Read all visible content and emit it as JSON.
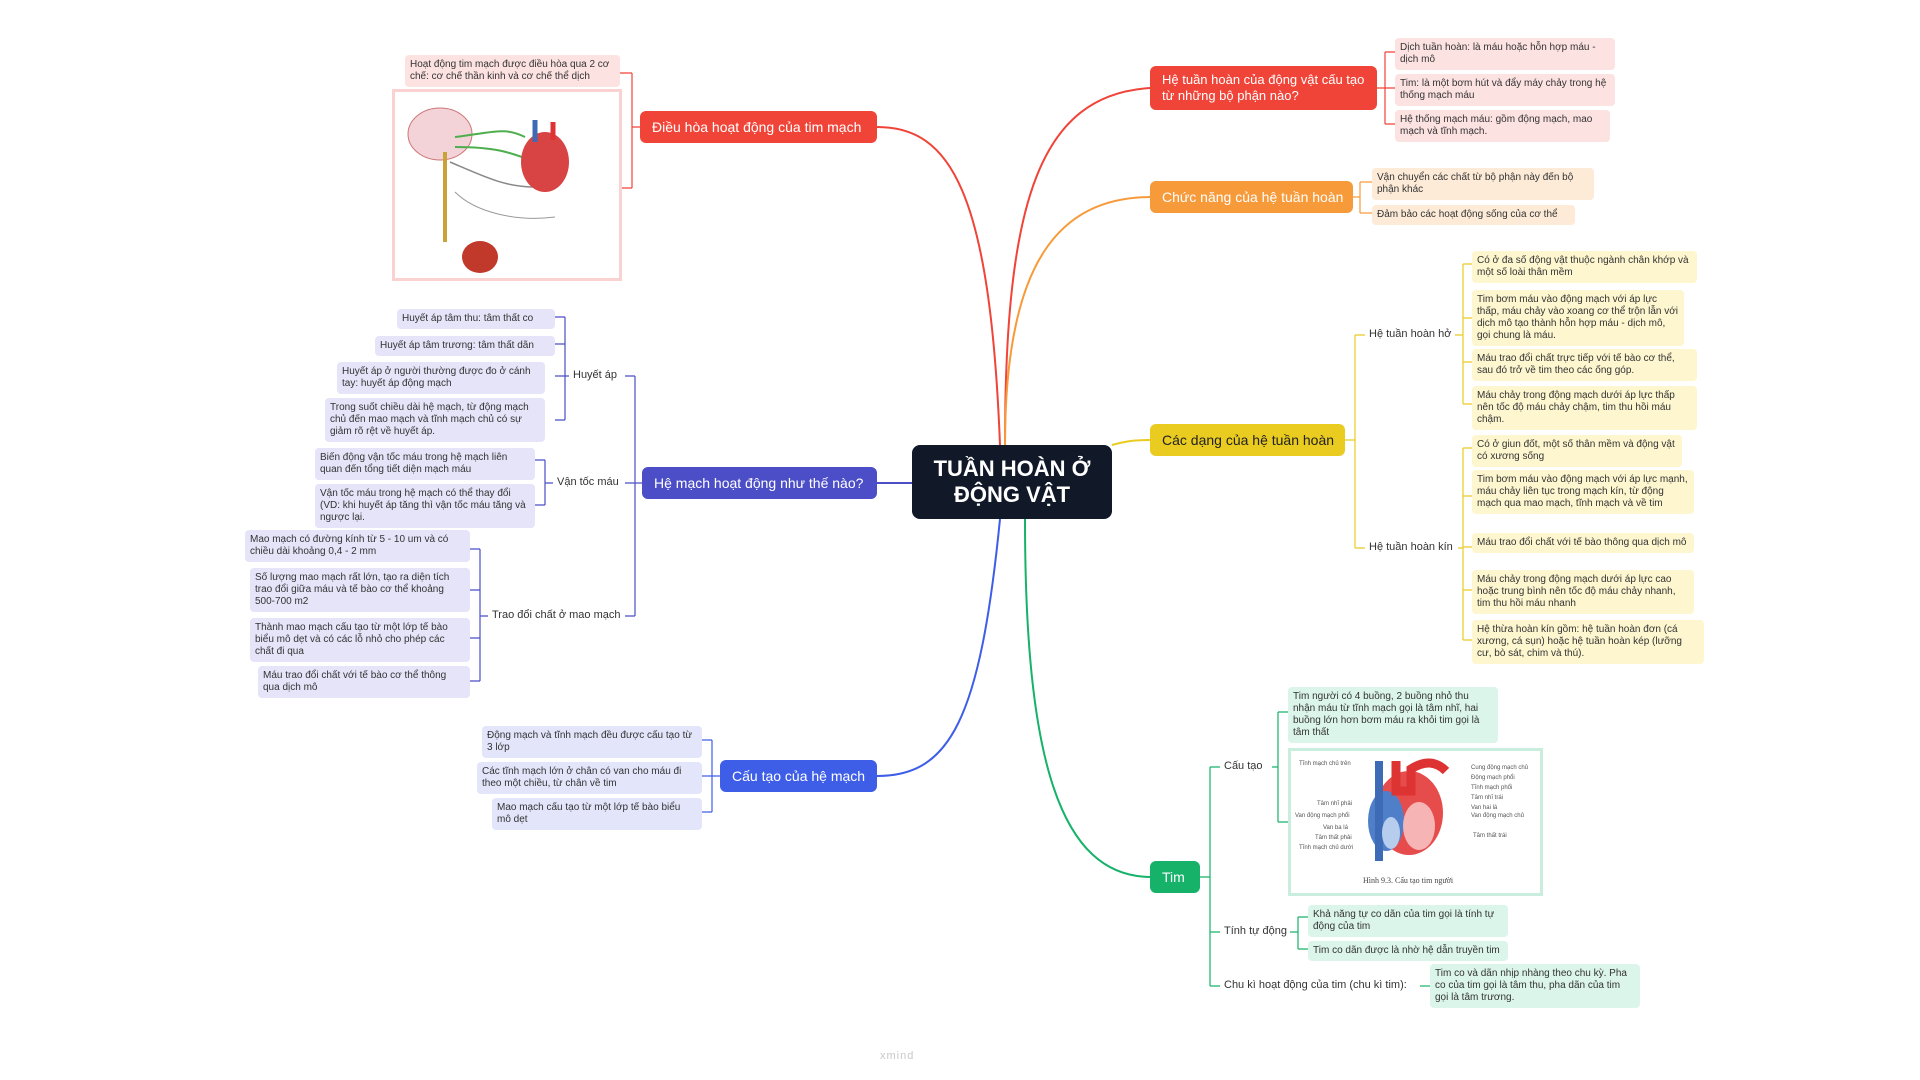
{
  "root": {
    "title": "TUẦN HOÀN Ở ĐỘNG VẬT"
  },
  "colors": {
    "red": "#f04438",
    "orange": "#f79a3a",
    "yellow": "#eacb20",
    "green": "#17b26a",
    "indigo": "#4b4ec6",
    "blue": "#3f5ee8"
  },
  "branches": {
    "cau_tao_bo_phan": {
      "title": "Hệ tuần hoàn của động vật cấu tạo từ những bộ phận nào?",
      "items": [
        "Dịch tuần hoàn: là máu hoặc hỗn hợp máu - dịch mô",
        "Tim: là một bơm hút và đẩy máy chảy trong hệ thống mạch máu",
        "Hệ thống mạch máu: gồm động mạch, mao mạch và tĩnh mạch."
      ]
    },
    "chuc_nang": {
      "title": "Chức năng của hệ tuần hoàn",
      "items": [
        "Vận chuyển các chất từ bộ phận này đến bộ phận khác",
        "Đảm bảo các hoạt động sống của cơ thể"
      ]
    },
    "cac_dang": {
      "title": "Các dạng của hệ tuần hoàn",
      "ho": {
        "label": "Hệ tuần hoàn hở",
        "items": [
          "Có ở đa số động vật thuộc ngành chân khớp và một số loài thân mềm",
          "Tim bơm máu vào động mạch với áp lực thấp, máu chảy vào xoang cơ thể trộn lẫn với dịch mô tạo thành hỗn hợp máu - dịch mô, gọi chung là máu.",
          "Máu trao đổi chất trực tiếp với tế bào cơ thể, sau đó trở về tim theo các ống góp.",
          "Máu chảy trong động mạch dưới áp lực thấp nên tốc độ máu chảy chậm, tim thu hồi máu chậm."
        ]
      },
      "kin": {
        "label": "Hệ tuần hoàn kín",
        "items": [
          "Có ở giun đốt, một số thân mềm và động vật có xương sống",
          "Tim bơm máu vào động mạch với áp lực mạnh, máu chảy liên tục trong mạch kín, từ động mạch qua mao mạch, tĩnh mạch và về tim",
          "Máu trao đổi chất với tế bào thông qua dịch mô",
          "Máu chảy trong động mạch dưới áp lực cao hoặc trung bình nên tốc độ máu chảy nhanh, tim thu hồi máu nhanh",
          "Hệ thừa hoàn kín gồm: hệ tuần hoàn đơn (cá xương, cá sụn) hoặc hệ tuần hoàn kép (lưỡng cư, bò sát, chim và thú)."
        ]
      }
    },
    "tim": {
      "title": "Tim",
      "cau_tao": {
        "label": "Cấu tạo",
        "text": "Tim người có 4 buồng, 2 buồng nhỏ thu nhận máu từ tĩnh mạch gọi là tâm nhĩ, hai buồng lớn hơn bơm máu ra khỏi tim gọi là tâm thất",
        "figure_caption": "Hình 9.3. Cấu tạo tim người",
        "figure_labels_left": [
          "Tĩnh mạch chủ trên",
          "Tâm nhĩ phải",
          "Van động mạch phổi",
          "Van ba lá",
          "Tâm thất phải",
          "Tĩnh mạch chủ dưới"
        ],
        "figure_labels_right": [
          "Cung động mạch chủ",
          "Động mạch phổi",
          "Tĩnh mạch phổi",
          "Tâm nhĩ trái",
          "Van hai lá",
          "Van động mạch chủ",
          "Tâm thất trái"
        ]
      },
      "tinh_tu_dong": {
        "label": "Tính tự động",
        "items": [
          "Khả năng tự co dãn của tim gọi là tính tự động của tim",
          "Tim co dãn được là nhờ hệ dẫn truyền tim"
        ]
      },
      "chu_ki": {
        "label": "Chu kì hoạt động của tim (chu kì tim):",
        "items": [
          "Tim co và dãn nhịp nhàng theo chu kỳ. Pha co của tim gọi là tâm thu, pha dãn của tim gọi là tâm trương."
        ]
      }
    },
    "dieu_hoa": {
      "title": "Điều hòa hoạt động của tim mạch",
      "items": [
        "Hoạt động tim mạch được điều hòa qua 2 cơ chế: cơ chế thần kinh và cơ chế thể dịch"
      ]
    },
    "he_mach": {
      "title": "Hệ mạch hoạt động như thế nào?",
      "huyet_ap": {
        "label": "Huyết áp",
        "items": [
          "Huyết áp tâm thu: tâm thất co",
          "Huyết áp tâm trương: tâm thất dãn",
          "Huyết áp ở người thường được đo ở cánh tay: huyết áp động mạch",
          "Trong suốt chiều dài hệ mạch, từ động mạch chủ đến mao mạch và tĩnh mạch chủ có sự giảm rõ rệt về huyết áp."
        ]
      },
      "van_toc": {
        "label": "Vận tốc máu",
        "items": [
          "Biến động vận tốc máu trong hệ mạch liên quan đến tổng tiết diện mạch máu",
          "Vận tốc máu trong hệ mạch có thể thay đổi (VD: khi huyết áp tăng thì vận tốc máu tăng và ngược lại."
        ]
      },
      "trao_doi": {
        "label": "Trao đổi chất ở mao mạch",
        "items": [
          "Mao mạch có đường kính từ 5 - 10 um và có chiều dài khoảng 0,4 - 2 mm",
          "Số lượng mao mạch rất lớn, tạo ra diện tích trao đổi giữa máu và tế bào cơ thể khoảng 500-700 m2",
          "Thành mao mạch cấu tạo từ một lớp tế bào biểu mô dẹt và có các lỗ nhỏ cho phép các chất đi qua",
          "Máu trao đổi chất với tế bào cơ thể thông qua dịch mô"
        ]
      }
    },
    "cau_tao_he_mach": {
      "title": "Cấu tạo của hệ mạch",
      "items": [
        "Động mạch và tĩnh mạch đều được cấu tạo từ 3 lớp",
        "Các tĩnh mạch lớn ở chân có van cho máu đi theo một chiều, từ chân về tim",
        "Mao mạch cấu tạo từ một lớp tế bào biểu mô dẹt"
      ]
    }
  },
  "footer": {
    "text": "xmind"
  }
}
